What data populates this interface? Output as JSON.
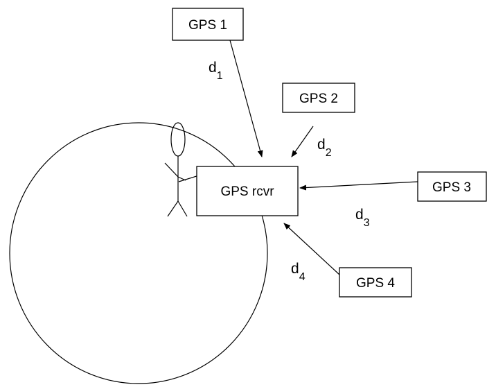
{
  "receiver": {
    "label": "GPS rcvr"
  },
  "satellites": [
    {
      "label": "GPS 1",
      "distance": {
        "base": "d",
        "sub": "1"
      }
    },
    {
      "label": "GPS 2",
      "distance": {
        "base": "d",
        "sub": "2"
      }
    },
    {
      "label": "GPS 3",
      "distance": {
        "base": "d",
        "sub": "3"
      }
    },
    {
      "label": "GPS 4",
      "distance": {
        "base": "d",
        "sub": "4"
      }
    }
  ],
  "colors": {
    "stroke": "#000000",
    "background": "#ffffff"
  }
}
